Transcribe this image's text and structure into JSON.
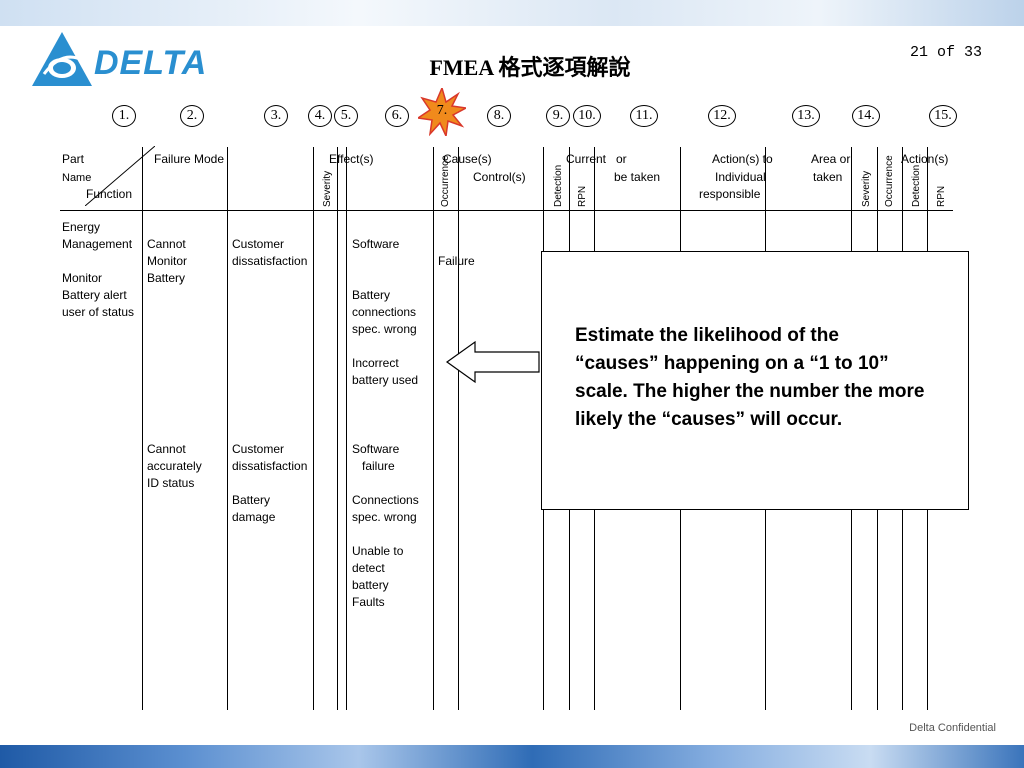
{
  "slide": {
    "title": "FMEA 格式逐項解說",
    "page_number": "21 of 33",
    "confidential": "Delta Confidential",
    "logo_text": "DELTA"
  },
  "columns": {
    "numbers": [
      "1.",
      "2.",
      "3.",
      "4.",
      "5.",
      "6.",
      "7.",
      "8.",
      "9.",
      "10.",
      "11.",
      "12.",
      "13.",
      "14.",
      "15."
    ],
    "part": "Part",
    "name": "Name",
    "function": "Function",
    "failure_mode": "Failure Mode",
    "effects": "Effect(s)",
    "severity": "Severity",
    "causes": "Cause(s)",
    "occurrence": "Occurrence",
    "current": "Current",
    "controls": "Control(s)",
    "detection": "Detection",
    "rpn": "RPN",
    "or": "or",
    "be_taken": "be taken",
    "actions_to": "Action(s) to",
    "individual": "Individual",
    "responsible": "responsible",
    "area_or": "Area or",
    "taken": "taken",
    "actions": "Action(s)",
    "severity2": "Severity",
    "occurrence2": "Occurrence",
    "detection2": "Detection",
    "rpn2": "RPN"
  },
  "table": {
    "part_function": "Energy\nManagement\n\nMonitor\nBattery alert\nuser of status",
    "failure_mode_1": "Cannot\nMonitor\nBattery",
    "failure_mode_2": "Cannot\naccurately\nID status",
    "effect_1": "Customer\ndissatisfaction",
    "effect_2": "Customer\ndissatisfaction\n\nBattery\ndamage",
    "cause_1": "Software",
    "cause_1b": "Failure",
    "cause_2": "Battery\nconnections\nspec. wrong\n\nIncorrect\nbattery used",
    "cause_3": "Software\n   failure\n\nConnections\nspec. wrong\n\nUnable to\ndetect\nbattery\nFaults"
  },
  "callout": {
    "text": "Estimate the likelihood of the “causes” happening on a “1 to 10” scale.  The higher the number the more likely the “causes” will occur."
  },
  "colors": {
    "logo_blue": "#2a8fd0",
    "star_orange": "#f08a1c",
    "star_red": "#d9382a"
  }
}
